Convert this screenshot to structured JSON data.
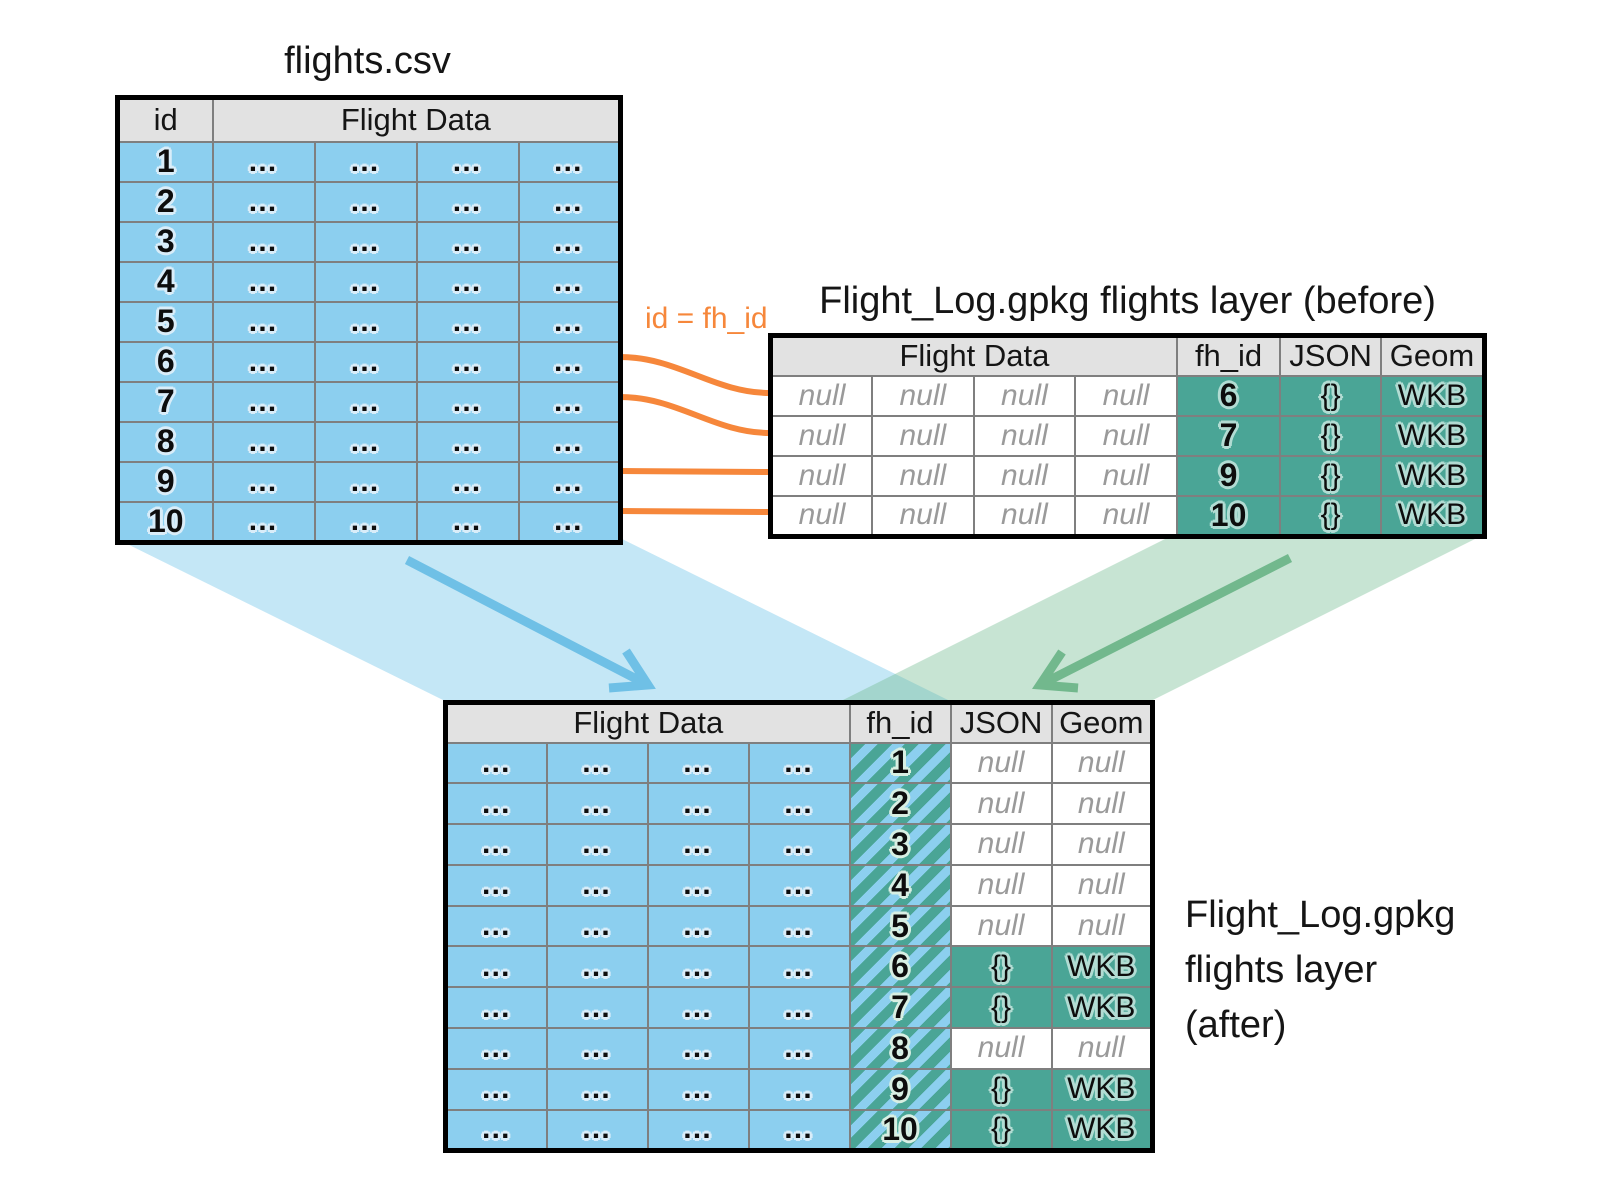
{
  "colors": {
    "blue": "#8CCFEF",
    "teal": "#4AA596",
    "header_gray": "#E2E2E2",
    "grid_gray": "#7F7F7F",
    "null_gray": "#9A9A9A",
    "orange": "#F6873B",
    "blue_arrow": "#6FC0E6",
    "green_arrow": "#72B88D",
    "blue_band": "#7DC9EB",
    "green_band": "#74BB90",
    "halo_blue": "#D9EDF9",
    "halo_teal": "#B2DCD3",
    "halo_stripe": "#D8EFE3"
  },
  "labels": {
    "csv_title": "flights.csv",
    "before_title": "Flight_Log.gpkg flights layer (before)",
    "after_title_lines": [
      "Flight_Log.gpkg",
      "flights layer",
      "(after)"
    ],
    "join_label": "id = fh_id"
  },
  "csv_table": {
    "headers": [
      "id",
      "Flight Data"
    ],
    "rows": [
      {
        "id": "1",
        "cells": [
          "…",
          "…",
          "…",
          "…"
        ]
      },
      {
        "id": "2",
        "cells": [
          "…",
          "…",
          "…",
          "…"
        ]
      },
      {
        "id": "3",
        "cells": [
          "…",
          "…",
          "…",
          "…"
        ]
      },
      {
        "id": "4",
        "cells": [
          "…",
          "…",
          "…",
          "…"
        ]
      },
      {
        "id": "5",
        "cells": [
          "…",
          "…",
          "…",
          "…"
        ]
      },
      {
        "id": "6",
        "cells": [
          "…",
          "…",
          "…",
          "…"
        ]
      },
      {
        "id": "7",
        "cells": [
          "…",
          "…",
          "…",
          "…"
        ]
      },
      {
        "id": "8",
        "cells": [
          "…",
          "…",
          "…",
          "…"
        ]
      },
      {
        "id": "9",
        "cells": [
          "…",
          "…",
          "…",
          "…"
        ]
      },
      {
        "id": "10",
        "cells": [
          "…",
          "…",
          "…",
          "…"
        ]
      }
    ]
  },
  "before_table": {
    "headers": [
      "Flight Data",
      "fh_id",
      "JSON",
      "Geom"
    ],
    "rows": [
      {
        "cells": [
          "null",
          "null",
          "null",
          "null"
        ],
        "fh_id": "6",
        "json": "{}",
        "geom": "WKB"
      },
      {
        "cells": [
          "null",
          "null",
          "null",
          "null"
        ],
        "fh_id": "7",
        "json": "{}",
        "geom": "WKB"
      },
      {
        "cells": [
          "null",
          "null",
          "null",
          "null"
        ],
        "fh_id": "9",
        "json": "{}",
        "geom": "WKB"
      },
      {
        "cells": [
          "null",
          "null",
          "null",
          "null"
        ],
        "fh_id": "10",
        "json": "{}",
        "geom": "WKB"
      }
    ]
  },
  "after_table": {
    "headers": [
      "Flight Data",
      "fh_id",
      "JSON",
      "Geom"
    ],
    "rows": [
      {
        "cells": [
          "…",
          "…",
          "…",
          "…"
        ],
        "fh_id": "1",
        "json": "null",
        "geom": "null",
        "matched": false
      },
      {
        "cells": [
          "…",
          "…",
          "…",
          "…"
        ],
        "fh_id": "2",
        "json": "null",
        "geom": "null",
        "matched": false
      },
      {
        "cells": [
          "…",
          "…",
          "…",
          "…"
        ],
        "fh_id": "3",
        "json": "null",
        "geom": "null",
        "matched": false
      },
      {
        "cells": [
          "…",
          "…",
          "…",
          "…"
        ],
        "fh_id": "4",
        "json": "null",
        "geom": "null",
        "matched": false
      },
      {
        "cells": [
          "…",
          "…",
          "…",
          "…"
        ],
        "fh_id": "5",
        "json": "null",
        "geom": "null",
        "matched": false
      },
      {
        "cells": [
          "…",
          "…",
          "…",
          "…"
        ],
        "fh_id": "6",
        "json": "{}",
        "geom": "WKB",
        "matched": true
      },
      {
        "cells": [
          "…",
          "…",
          "…",
          "…"
        ],
        "fh_id": "7",
        "json": "{}",
        "geom": "WKB",
        "matched": true
      },
      {
        "cells": [
          "…",
          "…",
          "…",
          "…"
        ],
        "fh_id": "8",
        "json": "null",
        "geom": "null",
        "matched": false
      },
      {
        "cells": [
          "…",
          "…",
          "…",
          "…"
        ],
        "fh_id": "9",
        "json": "{}",
        "geom": "WKB",
        "matched": true
      },
      {
        "cells": [
          "…",
          "…",
          "…",
          "…"
        ],
        "fh_id": "10",
        "json": "{}",
        "geom": "WKB",
        "matched": true
      }
    ]
  }
}
